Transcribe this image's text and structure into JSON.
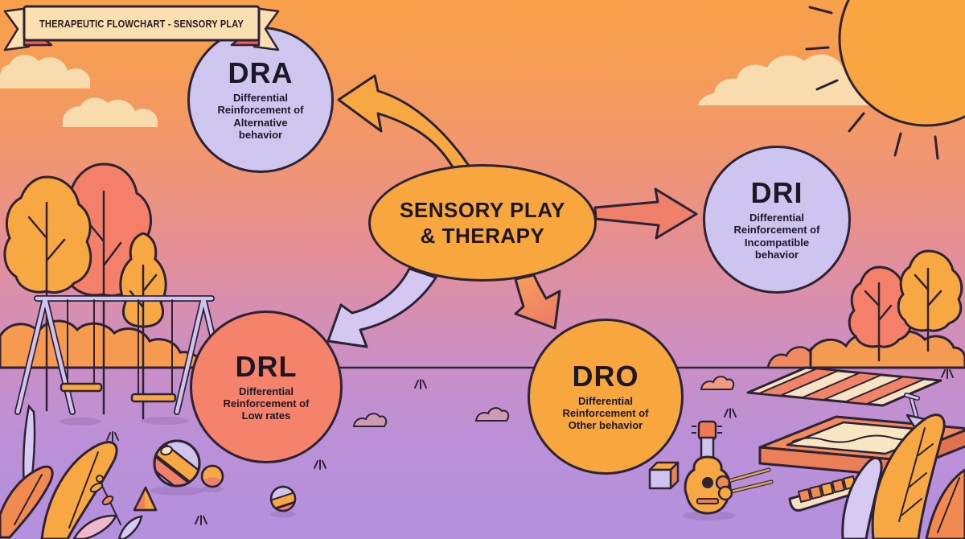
{
  "poster": {
    "center_label": "SENSORY PLAY\n& THERAPY",
    "banner_label": "THERAPEUTIC FLOWCHART - SENSORY PLAY"
  },
  "nodes": {
    "dra": {
      "abbr": "DRA",
      "desc": "Differential\nReinforcement of\nAlternative\nbehavior",
      "fill": "#cfc6f0"
    },
    "dri": {
      "abbr": "DRI",
      "desc": "Differential\nReinforcement of\nIncompatible\nbehavior",
      "fill": "#cdc4f0"
    },
    "drl": {
      "abbr": "DRL",
      "desc": "Differential\nReinforcement of\nLow rates",
      "fill": "#f5826a"
    },
    "dro": {
      "abbr": "DRO",
      "desc": "Differential\nReinforcement of\nOther behavior",
      "fill": "#f7a73e"
    }
  },
  "colors": {
    "outline": "#2e2235",
    "center_fill": "#f7a73e",
    "banner_fill": "#fadfb0",
    "banner_fold": "#e8635a",
    "sky_top": "#f8a04a",
    "ground_bottom": "#b490dd",
    "arrow_orange": "#f7a843",
    "arrow_salmon": "#f0806a",
    "arrow_lavender": "#d4c8f2",
    "cloud_cream": "#f8dcae"
  },
  "illustrations": [
    "sun",
    "clouds",
    "trees",
    "swing-set",
    "bushes",
    "picnic-mat",
    "sandbox",
    "shovel",
    "guitar",
    "mallets",
    "toy-block",
    "xylophone",
    "beach-ball",
    "balls",
    "cone",
    "plants",
    "grass-tufts"
  ]
}
